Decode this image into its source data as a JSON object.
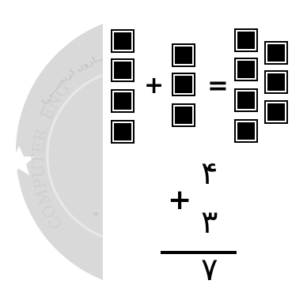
{
  "watermark": {
    "arc_top_text": "...ا محمد هـــــارون (رنجبـــي)",
    "arc_bottom_text": "COMPUTER, ENG",
    "small_mark": "M",
    "colors": {
      "disk": "#d8d8d8",
      "text": "#c4c4c4"
    }
  },
  "equation": {
    "plus_sign": "+",
    "equals_sign": "=",
    "left_group_count": 4,
    "middle_group_count": 3,
    "result_group_count": 7
  },
  "vertical_sum": {
    "operator": "+",
    "top_number": "۴",
    "bottom_number": "۳",
    "result": "۷"
  }
}
